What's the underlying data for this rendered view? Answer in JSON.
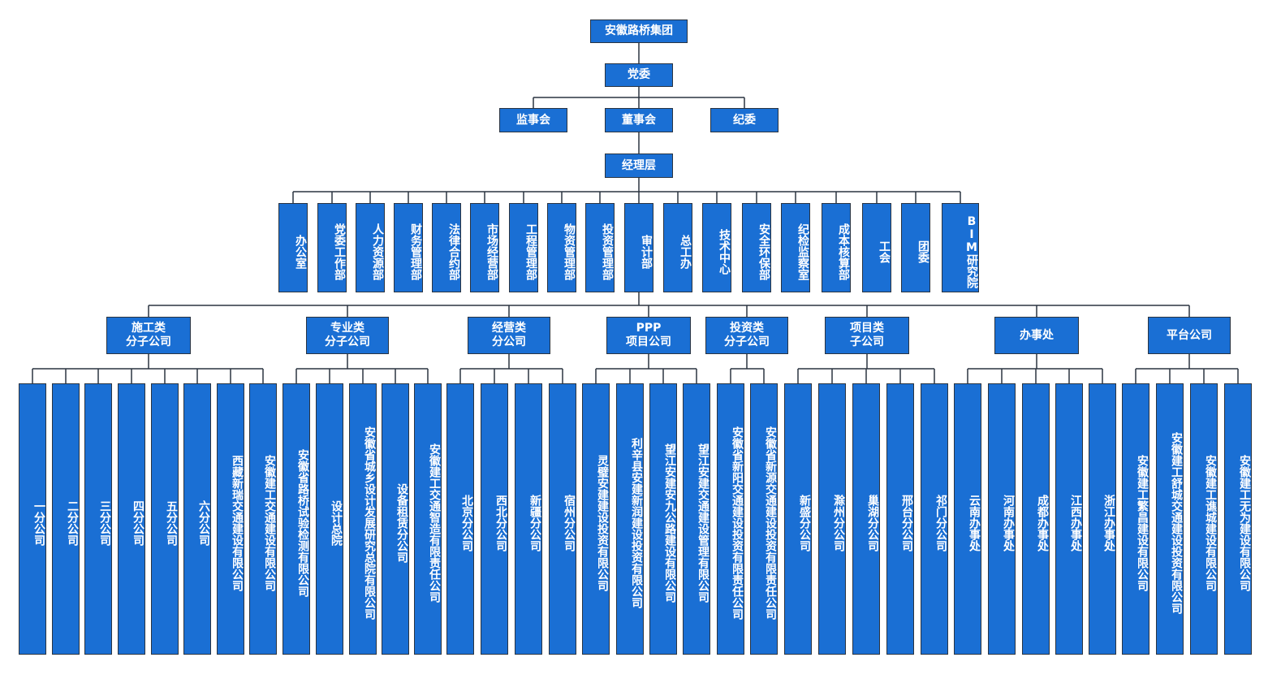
{
  "chart": {
    "root": "安徽路桥集团",
    "party": "党委",
    "boards": [
      "监事会",
      "董事会",
      "纪委"
    ],
    "management": "经理层",
    "departments": [
      "办公室",
      "党委工作部",
      "人力资源部",
      "财务管理部",
      "法律合约部",
      "市场经营部",
      "工程管理部",
      "物资管理部",
      "投资管理部",
      "审计部",
      "总工办",
      "技术中心",
      "安全环保部",
      "纪检监察室",
      "成本核算部",
      "工会",
      "团委",
      "BIM研究院"
    ],
    "categories": [
      {
        "label": "施工类\n分子公司",
        "children": [
          "一分公司",
          "二分公司",
          "三分公司",
          "四分公司",
          "五分公司",
          "六分公司",
          "西藏新瑞交通建设有限公司",
          "安徽建工交通建设有限公司"
        ]
      },
      {
        "label": "专业类\n分子公司",
        "children": [
          "安徽省路桥试验检测有限公司",
          "设计总院",
          "安徽省城乡设计发展研究总院有限公司",
          "设备租赁分公司",
          "安徽建工交通智造有限责任公司"
        ]
      },
      {
        "label": "经营类\n分公司",
        "children": [
          "北京分公司",
          "西北分公司",
          "新疆分公司",
          "宿州分公司"
        ]
      },
      {
        "label": "PPP\n项目公司",
        "children": [
          "灵璧安建建设投资有限公司",
          "利辛县安建新润建设投资有限公司",
          "望江安建安九公路建设有限公司",
          "望江安建交通建设管理有限公司"
        ]
      },
      {
        "label": "投资类\n分子公司",
        "children": [
          "安徽省新阳交通建设投资有限责任公司",
          "安徽省新源交通建设投资有限责任公司"
        ]
      },
      {
        "label": "项目类\n子公司",
        "children": [
          "新盛分公司",
          "滁州分公司",
          "巢湖分公司",
          "邢台分公司",
          "祁门分公司"
        ]
      },
      {
        "label": "办事处",
        "children": [
          "云南办事处",
          "河南办事处",
          "成都办事处",
          "江西办事处",
          "浙江办事处"
        ]
      },
      {
        "label": "平台公司",
        "children": [
          "安徽建工繁昌建设有限公司",
          "安徽建工舒城交通建设投资有限公司",
          "安徽建工谯城建设有限公司",
          "安徽建工无为建设有限公司"
        ]
      }
    ]
  }
}
